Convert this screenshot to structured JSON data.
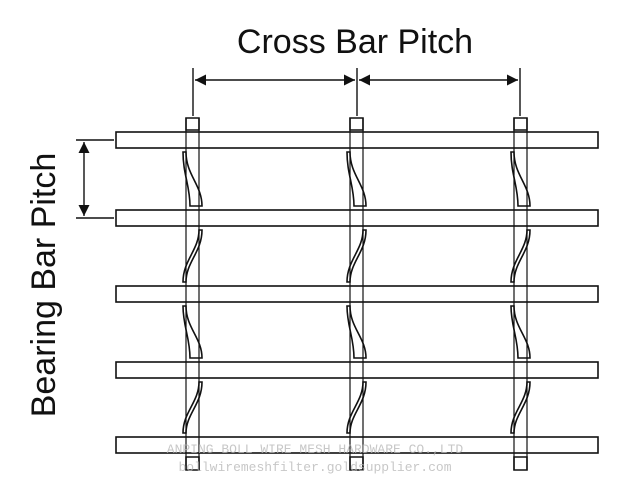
{
  "labels": {
    "cross_bar_pitch": "Cross Bar Pitch",
    "bearing_bar_pitch": "Bearing Bar Pitch"
  },
  "watermark": {
    "line1": "ANPING BOLL WIRE MESH HARDWARE CO.,LTD",
    "line2": "bollwiremeshfilter.goldsupplier.com"
  },
  "colors": {
    "line": "#111111",
    "background": "#ffffff",
    "watermark": "#b5b5b5"
  },
  "counts": {
    "bearing_bars": 5,
    "cross_bars": 3
  }
}
